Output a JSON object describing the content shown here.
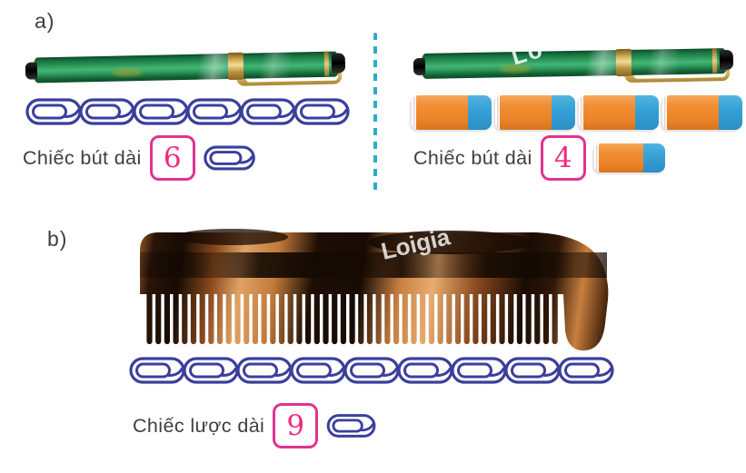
{
  "colors": {
    "clip_blue": "#3a3f9d",
    "box_pink": "#e0338f",
    "number_pink": "#ee2a80",
    "divider_teal": "#2fa9c9",
    "eraser_orange": "#ef8c2f",
    "eraser_blue": "#36a1d6",
    "pen_green": "#2f9e5e",
    "comb_dark": "#1a0d04",
    "comb_tan": "#d99a5e",
    "text_gray": "#3e3e3e"
  },
  "section_a": {
    "label": "a)",
    "left": {
      "object": "green-pen",
      "unit": "paperclip",
      "unit_count": 6,
      "caption": "Chiếc bút dài",
      "answer": "6"
    },
    "right": {
      "object": "green-pen",
      "unit": "eraser",
      "unit_count": 4,
      "caption": "Chiếc bút dài",
      "answer": "4",
      "watermark": "Lo"
    }
  },
  "section_b": {
    "label": "b)",
    "object": "comb",
    "unit": "paperclip",
    "unit_count": 9,
    "caption": "Chiếc lược dài",
    "answer": "9",
    "watermark": "Loigia"
  }
}
